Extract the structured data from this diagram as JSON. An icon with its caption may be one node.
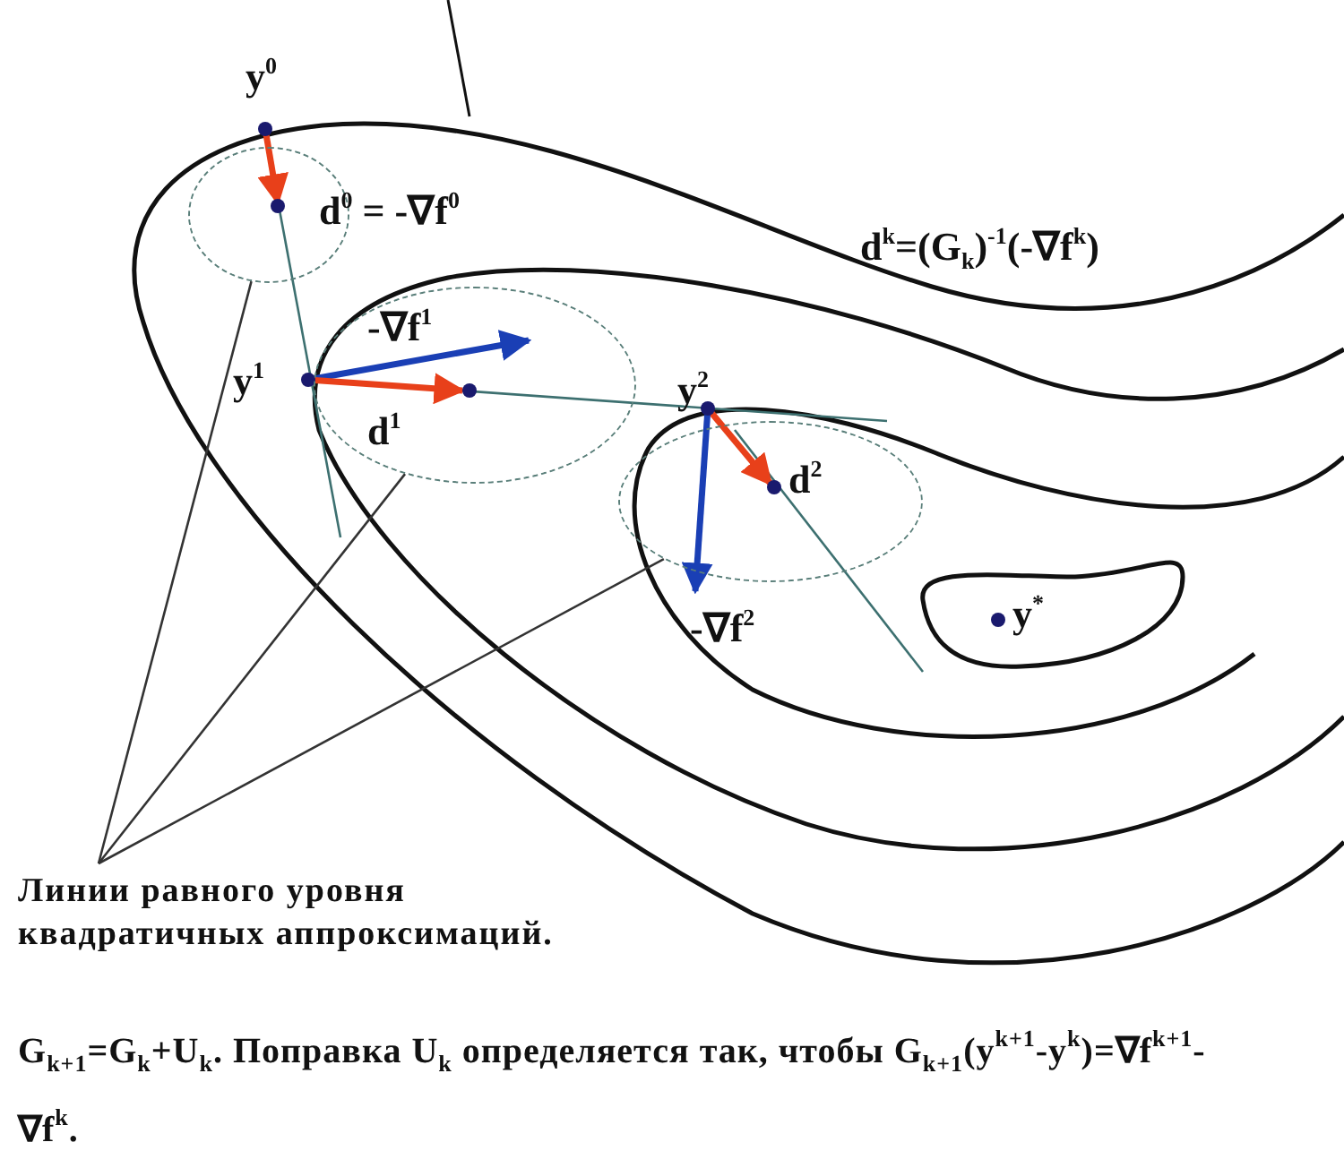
{
  "diagram": {
    "nodes": [
      {
        "text": [
          "Линии равного уровня квадратичных аппроксимаций."
        ]
      },
      {
        "text": [],
        "shape": "ellipse"
      },
      {
        "text": [],
        "shape": "ellipse"
      },
      {
        "text": [],
        "shape": "ellipse"
      }
    ],
    "edges": [
      {
        "from": 0,
        "to": 1,
        "arrow": "none"
      },
      {
        "from": 0,
        "to": 2,
        "arrow": "none"
      },
      {
        "from": 0,
        "to": 3,
        "arrow": "none"
      }
    ],
    "labels": [
      "y$^{0}$",
      "d$^{0}$ = -∇f$^{0}$",
      "d$^{k}$=(G$_{k}$)$^{-1}$(-∇f$^{k}$)",
      "y$^{1}$",
      "-∇f$^{1}$",
      "d$^{1}$",
      "y$^{2}$",
      "d$^{2}$",
      "-∇f$^{2}$",
      "y$^{*}$",
      "G$_{k+1}$=G$_{k}$+U$_{k}$. Поправка U$_{k}$ определяется так, чтобы G$_{k+1}$(y$^{k+1}$-y$^{k}$)=∇f$^{k+1}$-∇f$^{k}$."
    ]
  }
}
